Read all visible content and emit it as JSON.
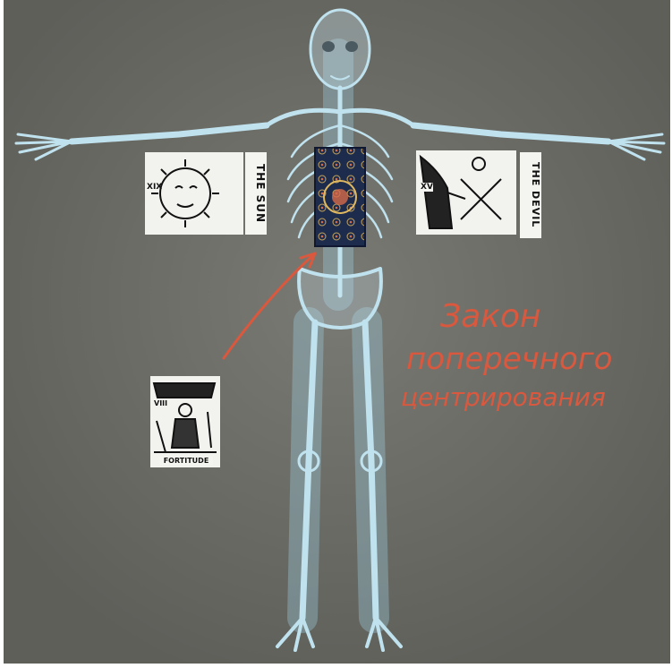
{
  "colors": {
    "background": "#6b6b66",
    "skeleton": "#bfe2ee",
    "handwriting": "#d9583e",
    "card_back": "#1d2c4d"
  },
  "cards": {
    "sun": {
      "caption": "THE SUN",
      "number": "XIX"
    },
    "devil": {
      "caption": "THE DEVIL",
      "number": "XV"
    },
    "fortitude": {
      "caption": "FORTITUDE",
      "number": "VIII"
    }
  },
  "annotation": {
    "lines": [
      "Закон",
      "поперечного",
      "центрирования"
    ]
  }
}
